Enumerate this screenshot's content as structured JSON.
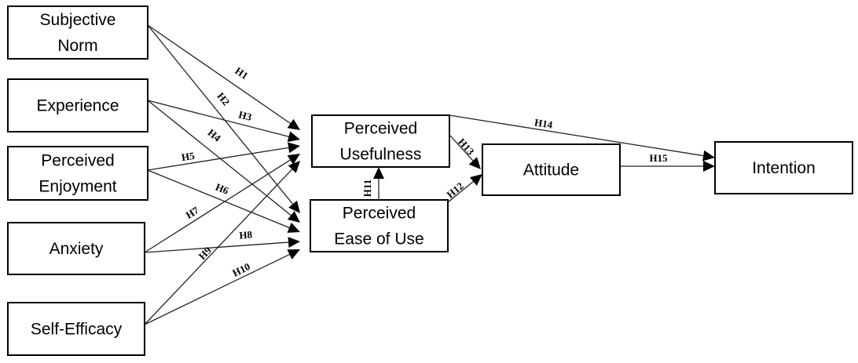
{
  "constructs": [
    {
      "id": "sn",
      "lines": [
        "Subjective",
        "Norm"
      ]
    },
    {
      "id": "exp",
      "lines": [
        "Experience"
      ]
    },
    {
      "id": "pe",
      "lines": [
        "Perceived",
        "Enjoyment"
      ]
    },
    {
      "id": "anx",
      "lines": [
        "Anxiety"
      ]
    },
    {
      "id": "se",
      "lines": [
        "Self-Efficacy"
      ]
    },
    {
      "id": "pu",
      "lines": [
        "Perceived",
        "Usefulness"
      ]
    },
    {
      "id": "peou",
      "lines": [
        "Perceived",
        "Ease of Use"
      ]
    },
    {
      "id": "att",
      "lines": [
        "Attitude"
      ]
    },
    {
      "id": "int",
      "lines": [
        "Intention"
      ]
    }
  ],
  "hypotheses": [
    {
      "label": "H1",
      "from": "sn",
      "to": "pu"
    },
    {
      "label": "H2",
      "from": "sn",
      "to": "peou"
    },
    {
      "label": "H3",
      "from": "exp",
      "to": "pu"
    },
    {
      "label": "H4",
      "from": "exp",
      "to": "peou"
    },
    {
      "label": "H5",
      "from": "pe",
      "to": "pu"
    },
    {
      "label": "H6",
      "from": "pe",
      "to": "peou"
    },
    {
      "label": "H7",
      "from": "anx",
      "to": "pu"
    },
    {
      "label": "H8",
      "from": "anx",
      "to": "peou"
    },
    {
      "label": "H9",
      "from": "se",
      "to": "pu"
    },
    {
      "label": "H10",
      "from": "se",
      "to": "peou"
    },
    {
      "label": "H11",
      "from": "peou",
      "to": "pu"
    },
    {
      "label": "H12",
      "from": "peou",
      "to": "att"
    },
    {
      "label": "H13",
      "from": "pu",
      "to": "att"
    },
    {
      "label": "H14",
      "from": "pu",
      "to": "int"
    },
    {
      "label": "H15",
      "from": "att",
      "to": "int"
    }
  ]
}
